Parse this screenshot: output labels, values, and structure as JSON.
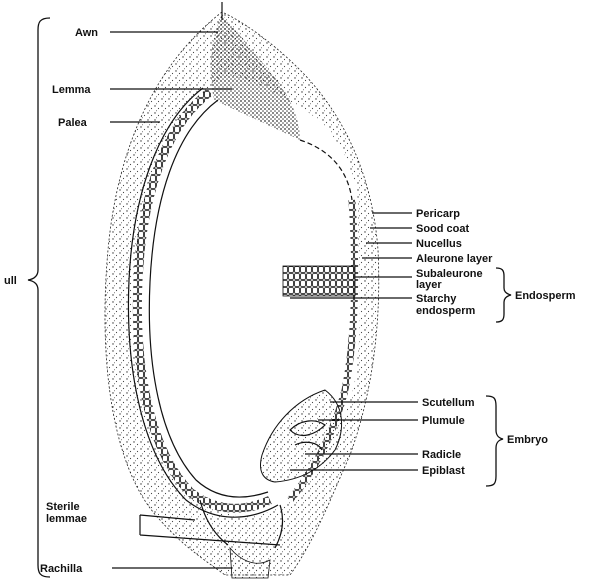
{
  "labels": {
    "awn": "Awn",
    "lemma": "Lemma",
    "palea": "Palea",
    "hull": "ull",
    "pericarp": "Pericarp",
    "seed_coat": "Sood coat",
    "nucellus": "Nucellus",
    "aleurone": "Aleurone layer",
    "subaleurone_1": "Subaleurone",
    "subaleurone_2": "layer",
    "starchy_1": "Starchy",
    "starchy_2": "endosperm",
    "endosperm": "Endosperm",
    "scutellum": "Scutellum",
    "plumule": "Plumule",
    "radicle": "Radicle",
    "epiblast": "Epiblast",
    "embryo": "Embryo",
    "sterile_1": "Sterile",
    "sterile_2": "lemmae",
    "rachilla": "Rachilla"
  }
}
